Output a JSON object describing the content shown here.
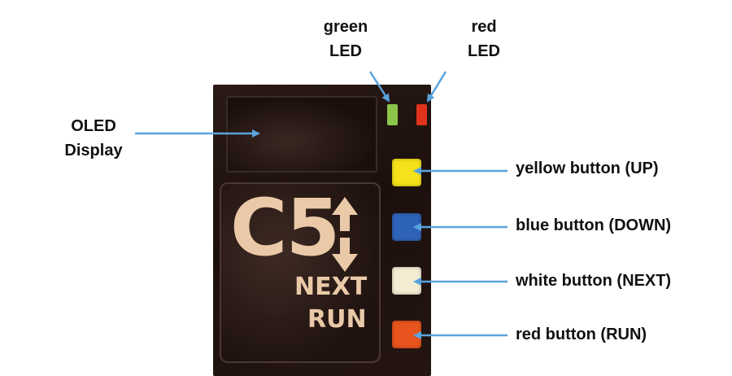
{
  "labels": {
    "oled": [
      "OLED",
      "Display"
    ],
    "green_led": [
      "green",
      "LED"
    ],
    "red_led": [
      "red",
      "LED"
    ],
    "yellow_button": "yellow button (UP)",
    "blue_button": "blue button (DOWN)",
    "white_button": "white button (NEXT)",
    "red_button": "red button (RUN)"
  },
  "device": {
    "logo": "C5",
    "next": "NEXT",
    "run": "RUN"
  },
  "colors": {
    "arrow": "#5aa3dc",
    "green_led": "#8bc64a",
    "red_led": "#e0321c",
    "yellow_button": "#f5e21a",
    "blue_button": "#2f63b9",
    "white_button": "#f3ecd3",
    "red_button": "#e8541e",
    "logo": "#e9c9a7"
  },
  "icons": [
    "up-down-arrows-icon"
  ]
}
